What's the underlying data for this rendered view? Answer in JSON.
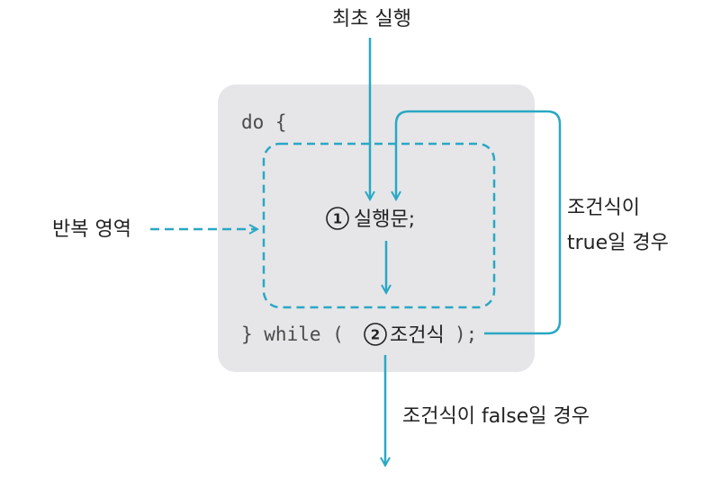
{
  "diagram": {
    "first_run_label": "최초 실행",
    "repeat_area_label": "반복 영역",
    "code_do": "do {",
    "statement_number": "1",
    "statement_text": "실행문;",
    "code_while_open": "} while (",
    "condition_number": "2",
    "condition_text": "조건식",
    "code_while_close": ");",
    "true_label_line1": "조건식이",
    "true_label_line2": "true일 경우",
    "false_label": "조건식이 false일 경우"
  },
  "colors": {
    "arrow": "#2aa8c4",
    "box_fill": "#e6e6e8",
    "text": "#222222",
    "code_text": "#4a4a4a"
  }
}
